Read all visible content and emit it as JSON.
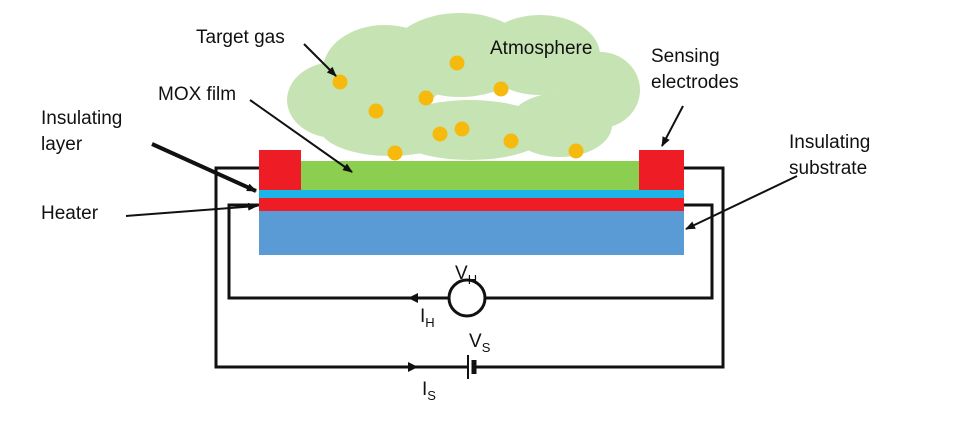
{
  "labels": {
    "target_gas": "Target gas",
    "atmosphere": "Atmosphere",
    "mox_film": "MOX film",
    "sensing_electrodes_line1": "Sensing",
    "sensing_electrodes_line2": "electrodes",
    "insulating_layer_line1": "Insulating",
    "insulating_layer_line2": "layer",
    "heater": "Heater",
    "insulating_substrate_line1": "Insulating",
    "insulating_substrate_line2": "substrate",
    "vh_main": "V",
    "vh_sub": "H",
    "ih_main": "I",
    "ih_sub": "H",
    "vs_main": "V",
    "vs_sub": "S",
    "is_main": "I",
    "is_sub": "S"
  },
  "colors": {
    "cloud": "#c6e3b3",
    "gas_particle": "#f6b90e",
    "electrode": "#ee1c25",
    "mox_film": "#8ccf50",
    "insulating_layer": "#1ab4e8",
    "heater": "#ee1c25",
    "substrate": "#5b9bd5",
    "wire": "#111111"
  }
}
